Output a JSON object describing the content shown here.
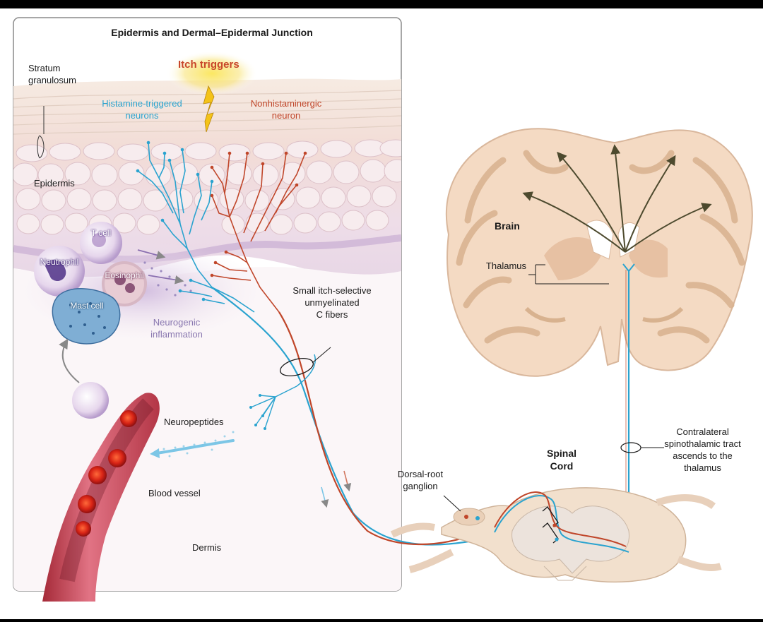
{
  "title": "Epidermis and Dermal–Epidermal Junction",
  "labels": {
    "stratum_line1": "Stratum",
    "stratum_line2": "granulosum",
    "epidermis": "Epidermis",
    "itch_triggers": "Itch triggers",
    "histamine_line1": "Histamine-triggered",
    "histamine_line2": "neurons",
    "nonhistamine_line1": "Nonhistaminergic",
    "nonhistamine_line2": "neuron",
    "t_cell": "T cell",
    "neutrophil": "Neutrophil",
    "eosinophil": "Eosinophil",
    "mast_cell": "Mast cell",
    "neurogenic_line1": "Neurogenic",
    "neurogenic_line2": "inflammation",
    "cfibers_line1": "Small itch-selective",
    "cfibers_line2": "unmyelinated",
    "cfibers_line3": "C fibers",
    "neuropeptides": "Neuropeptides",
    "blood_vessel": "Blood vessel",
    "dermis": "Dermis",
    "brain": "Brain",
    "thalamus": "Thalamus",
    "spinal_line1": "Spinal",
    "spinal_line2": "Cord",
    "drg_line1": "Dorsal-root",
    "drg_line2": "ganglion",
    "tract_line1": "Contralateral",
    "tract_line2": "spinothalamic tract",
    "tract_line3": "ascends to the",
    "tract_line4": "thalamus"
  },
  "colors": {
    "histamine_neuron": "#2aa3cf",
    "nonhistamine_neuron": "#c0462a",
    "itch_glow": "#f5d63c",
    "inflammation_text": "#8a78b0",
    "brain_tissue": "#f2d9c2",
    "brain_gray_matter": "#e8c3a4",
    "skin_epidermis": "#f3e4e6",
    "blood_vessel": "#c8404c",
    "arrow_brain": "#4d4a2e"
  }
}
